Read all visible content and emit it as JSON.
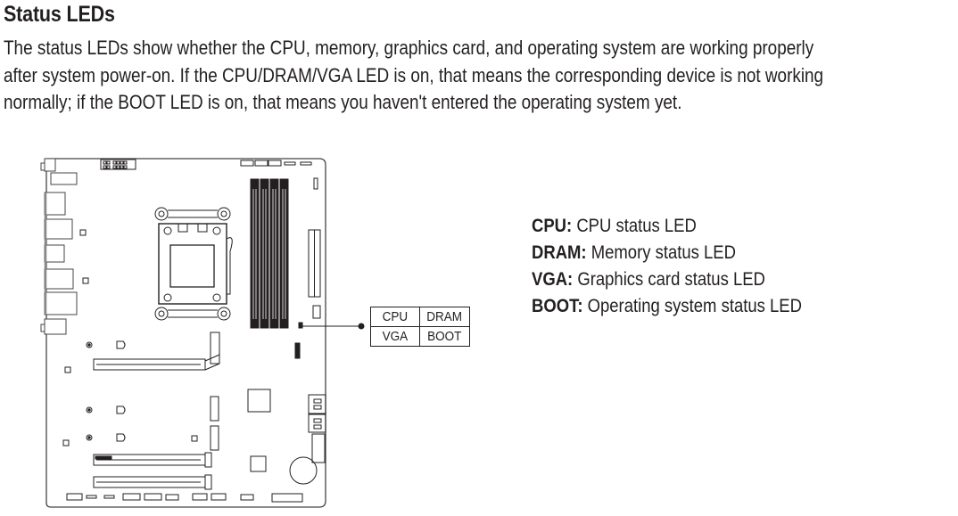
{
  "section": {
    "title": "Status LEDs",
    "paragraph_lines": [
      "The status LEDs show whether the CPU, memory, graphics card, and operating system are working properly",
      "after system power-on. If the CPU/DRAM/VGA LED is on, that means the corresponding device is not working",
      "normally; if the BOOT LED is on, that means you haven't entered the operating system yet."
    ]
  },
  "diagram": {
    "led_table": [
      [
        "CPU",
        "DRAM"
      ],
      [
        "VGA",
        "BOOT"
      ]
    ]
  },
  "legend": [
    {
      "key": "CPU:",
      "desc": " CPU status LED"
    },
    {
      "key": "DRAM:",
      "desc": " Memory status LED"
    },
    {
      "key": "VGA:",
      "desc": " Graphics card status LED"
    },
    {
      "key": "BOOT:",
      "desc": " Operating system status LED"
    }
  ]
}
